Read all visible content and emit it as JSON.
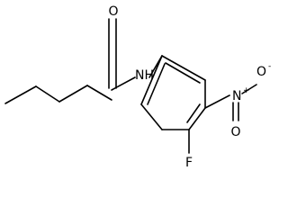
{
  "molecule": {
    "atoms": {
      "carbonyl_oxygen": "O",
      "amide_nitrogen": "NH",
      "nitro_nitrogen": "N",
      "nitro_plus": "+",
      "nitro_oxygen_single": "O",
      "nitro_minus": "-",
      "nitro_oxygen_double": "O",
      "fluorine": "F"
    },
    "colors": {
      "ink": "#000000",
      "background": "#ffffff"
    }
  }
}
